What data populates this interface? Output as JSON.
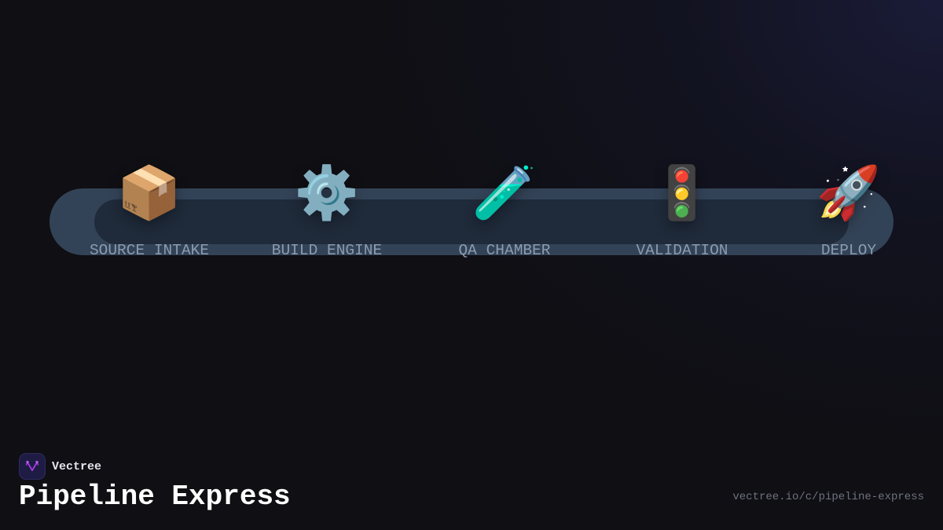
{
  "brand": {
    "name": "Vectree",
    "logo_icon": "forked-v-icon",
    "logo_color": "#a63ce0"
  },
  "title": "Pipeline Express",
  "url": "vectree.io/c/pipeline-express",
  "pipeline": {
    "stations": [
      {
        "label": "SOURCE INTAKE",
        "icon": "package-icon",
        "emoji": "📦"
      },
      {
        "label": "BUILD ENGINE",
        "icon": "gear-icon",
        "emoji": "⚙️"
      },
      {
        "label": "QA CHAMBER",
        "icon": "test-tube-icon",
        "emoji": "🧪"
      },
      {
        "label": "VALIDATION",
        "icon": "traffic-light-icon",
        "emoji": "🚦"
      },
      {
        "label": "DEPLOY",
        "icon": "rocket-icon",
        "emoji": "🚀"
      }
    ]
  },
  "colors": {
    "background": "#0f0f14",
    "track_outer": "#334357",
    "track_inner": "#1f2a3a",
    "label": "#8b9bb0",
    "title": "#ffffff",
    "url": "#6f7280"
  }
}
